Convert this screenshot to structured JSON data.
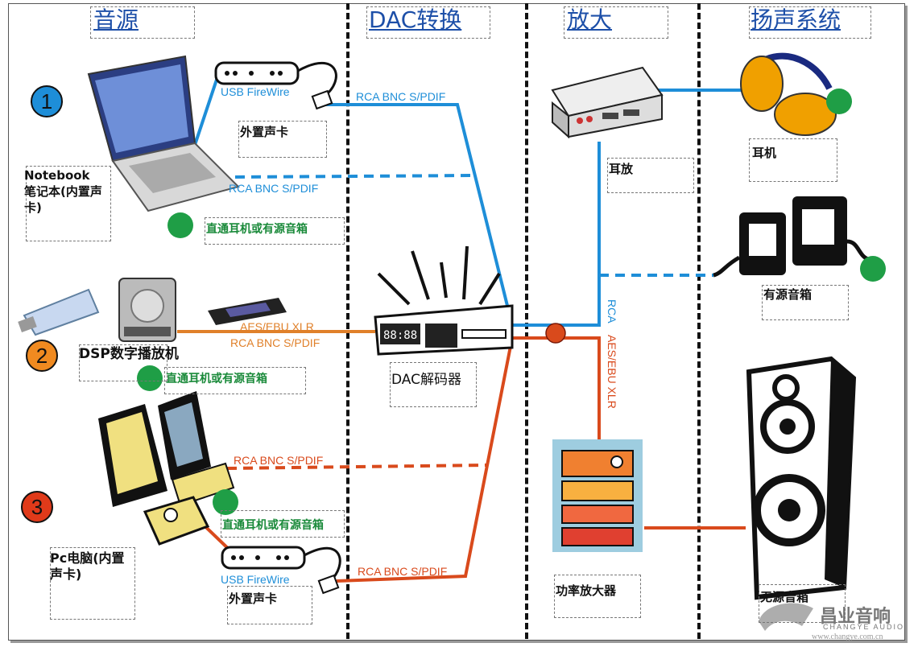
{
  "columns": {
    "source": "音源",
    "dac": "DAC转换",
    "amp": "放大",
    "speaker": "扬声系统"
  },
  "markers": {
    "one": "1",
    "two": "2",
    "three": "3"
  },
  "devices": {
    "notebook": "Notebook\n笔记本(内置声卡)",
    "ext_card_top": "外置声卡",
    "ext_card_top_port": "USB FireWire",
    "dsp_player": "DSP数字播放机",
    "pc": "Pc电脑(内置声卡)",
    "ext_card_bottom": "外置声卡",
    "ext_card_bottom_port": "USB FireWire",
    "dac": "DAC解码器",
    "headphone_amp": "耳放",
    "power_amp": "功率放大器",
    "headphones": "耳机",
    "active_speakers": "有源音箱",
    "passive_speakers": "无源音箱"
  },
  "direct_notes": {
    "row1": "直通耳机或有源音箱",
    "row2": "直通耳机或有源音箱",
    "row3": "直通耳机或有源音箱"
  },
  "connections": {
    "usb_to_dac_top": "RCA BNC S/PDIF",
    "notebook_to_dac": "RCA BNC S/PDIF",
    "dsp_aes": "AES/EBU XLR",
    "dsp_rca": "RCA BNC S/PDIF",
    "pc_to_dac": "RCA BNC S/PDIF",
    "usb_to_dac_bottom": "RCA BNC S/PDIF",
    "dac_to_headamp": "RCA",
    "dac_to_poweramp": "AES/EBU XLR"
  },
  "logo": {
    "cn": "昌业音响",
    "en": "CHANGYE AUDIO",
    "url": "www.changye.com.cn"
  },
  "colors": {
    "blue": "#1e8ed8",
    "orange": "#e0802a",
    "red": "#d94a1c",
    "green": "#1f9e46",
    "header": "#1d4fa8"
  }
}
